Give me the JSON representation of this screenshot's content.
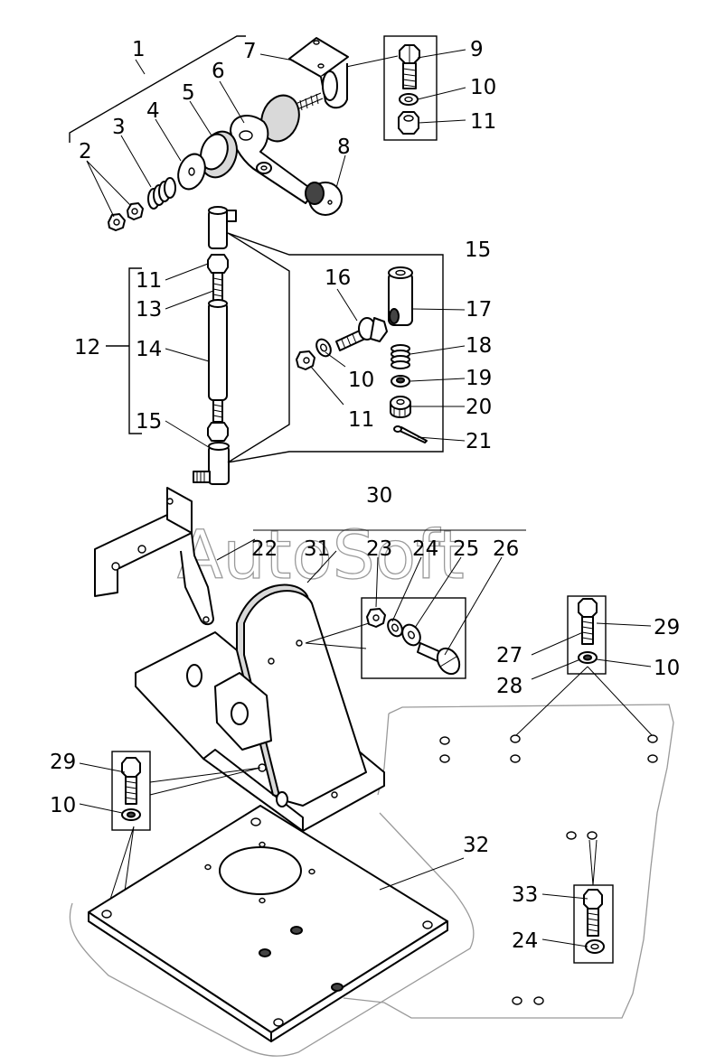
{
  "watermark": "AutoSoft",
  "labels": {
    "l1": "1",
    "l2": "2",
    "l3": "3",
    "l4": "4",
    "l5": "5",
    "l6": "6",
    "l7": "7",
    "l8": "8",
    "l9": "9",
    "l10a": "10",
    "l11a": "11",
    "l11b": "11",
    "l12": "12",
    "l13": "13",
    "l14": "14",
    "l15a": "15",
    "l15b": "15",
    "l16": "16",
    "l17": "17",
    "l18": "18",
    "l10b": "10",
    "l19": "19",
    "l11c": "11",
    "l20": "20",
    "l21": "21",
    "l30": "30",
    "l22": "22",
    "l31": "31",
    "l23": "23",
    "l24a": "24",
    "l25": "25",
    "l26": "26",
    "l29a": "29",
    "l27": "27",
    "l10c": "10",
    "l28": "28",
    "l29b": "29",
    "l10d": "10",
    "l32": "32",
    "l33": "33",
    "l24b": "24"
  }
}
